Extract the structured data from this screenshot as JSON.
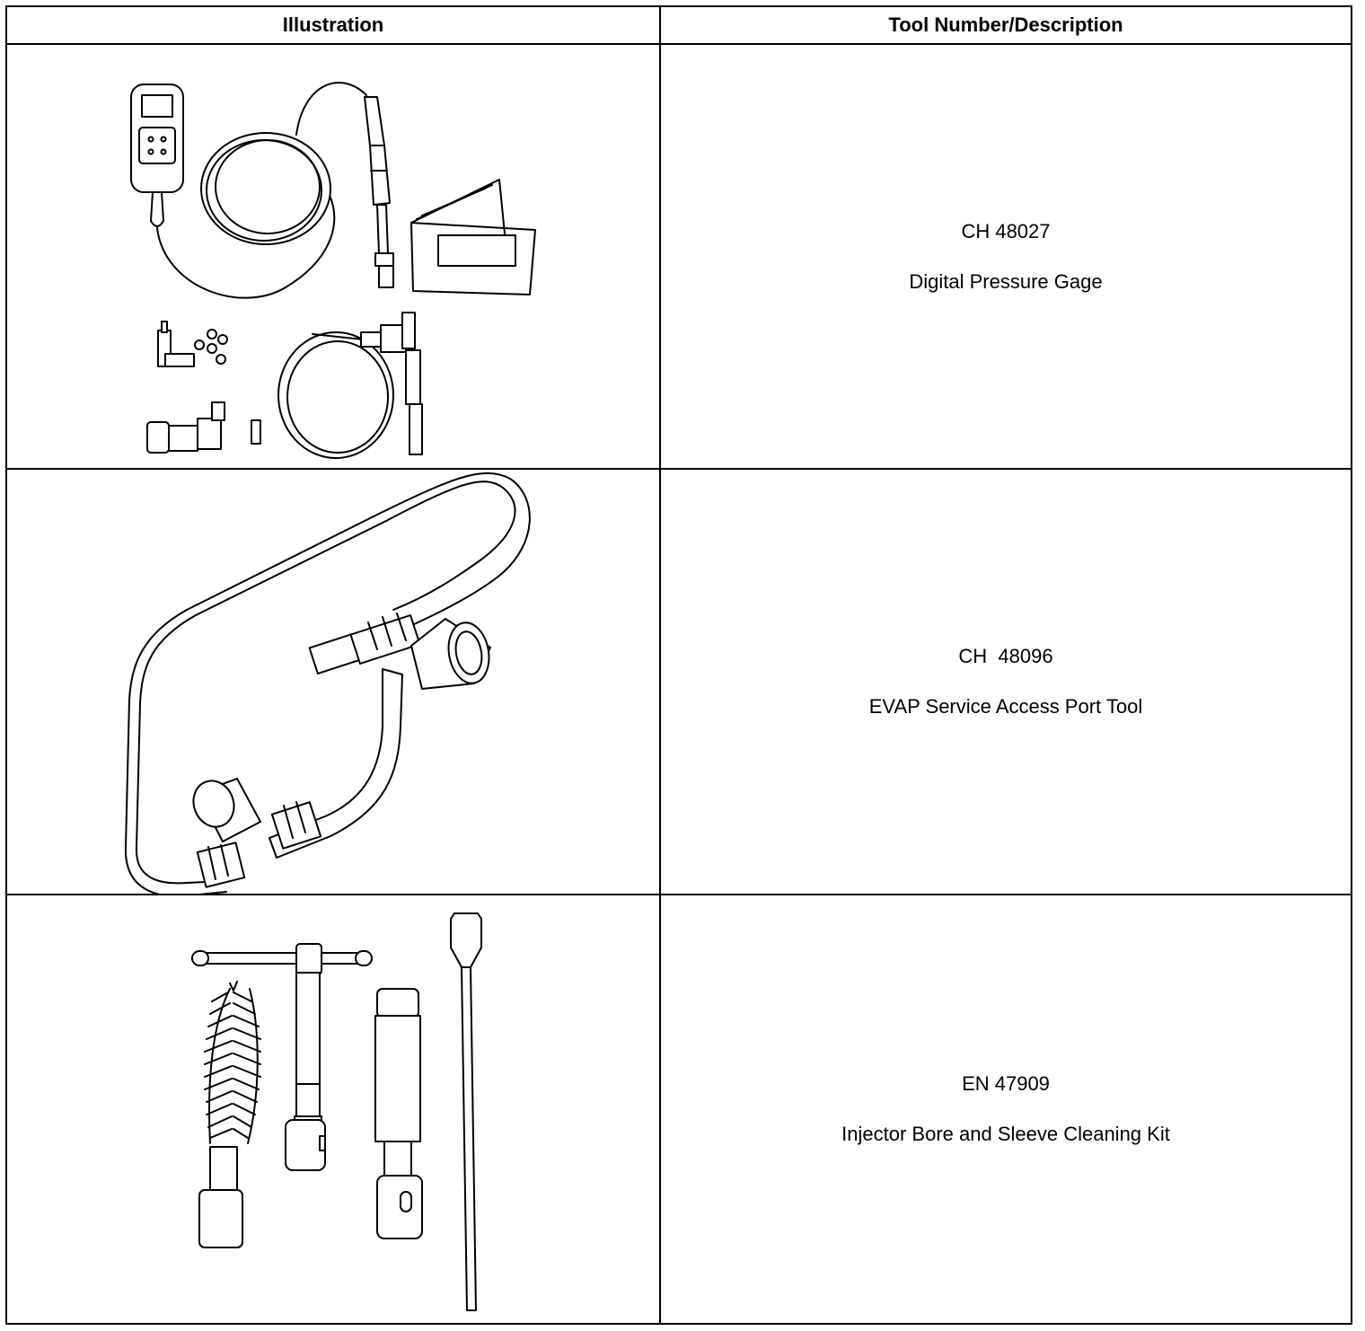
{
  "table": {
    "headers": {
      "illustration": "Illustration",
      "description": "Tool Number/Description"
    },
    "rows": [
      {
        "tool_number": "CH 48027",
        "description": "Digital Pressure Gage",
        "illustration_icon": "digital-pressure-gage-kit-icon"
      },
      {
        "tool_number": "CH  48096",
        "description": "EVAP Service Access Port Tool",
        "illustration_icon": "evap-service-access-port-tool-icon"
      },
      {
        "tool_number": "EN 47909",
        "description": "Injector Bore and Sleeve Cleaning Kit",
        "illustration_icon": "injector-bore-sleeve-cleaning-kit-icon"
      }
    ]
  }
}
